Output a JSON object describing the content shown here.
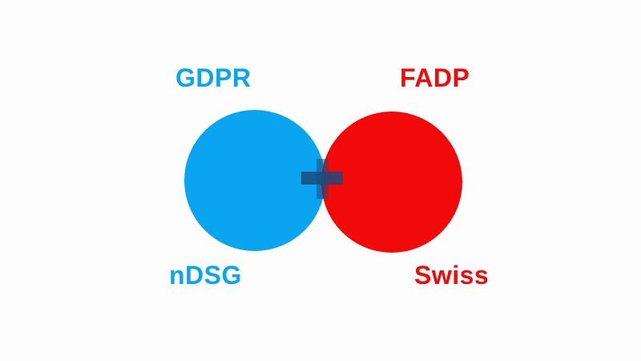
{
  "labels": {
    "left_top": "GDPR",
    "right_top": "FADP",
    "left_bottom": "nDSG",
    "right_bottom": "Swiss"
  },
  "colors": {
    "blue": "#0aa4f0",
    "red": "#f20a0a",
    "overlap": "#8a1f2e",
    "cross": "#1d4a7a"
  },
  "circles": [
    {
      "name": "blue-circle",
      "color_key": "blue"
    },
    {
      "name": "red-circle",
      "color_key": "red"
    }
  ]
}
